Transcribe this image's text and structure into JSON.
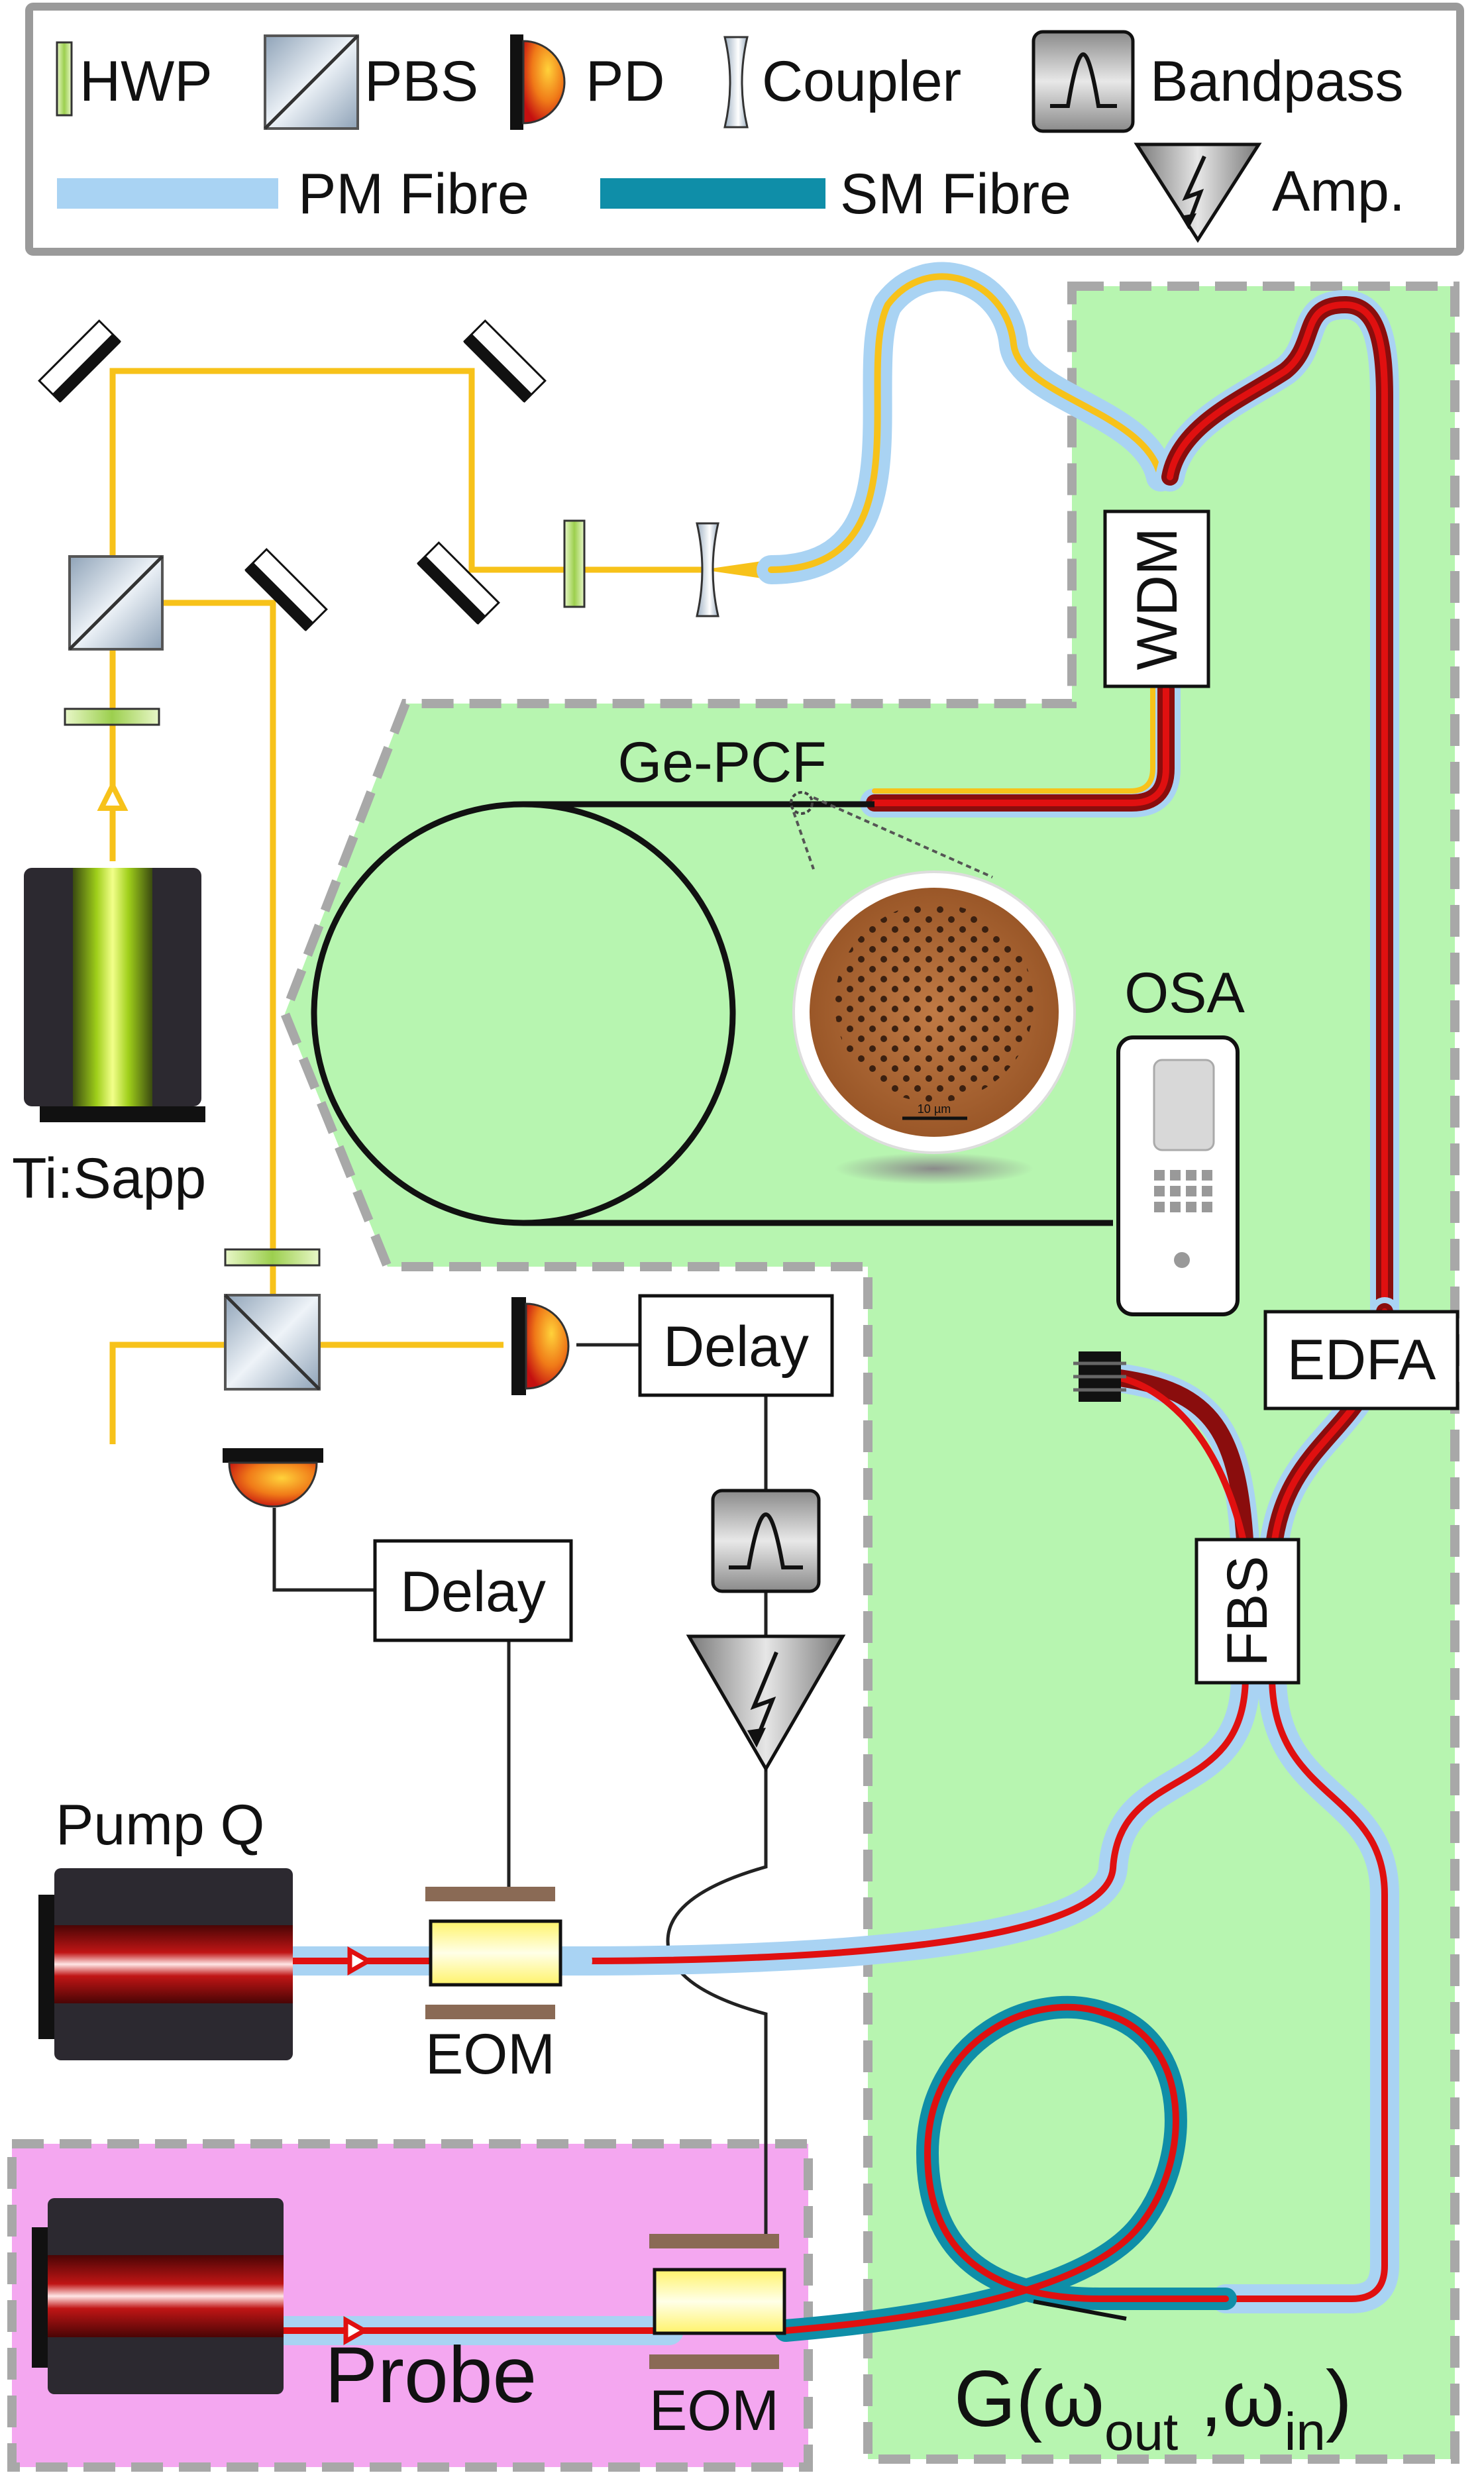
{
  "legend": {
    "hwp": "HWP",
    "pbs": "PBS",
    "pd": "PD",
    "coupler": "Coupler",
    "bandpass": "Bandpass",
    "pm_fibre": "PM Fibre",
    "sm_fibre": "SM Fibre",
    "amp": "Amp."
  },
  "labels": {
    "wdm": "WDM",
    "ge_pcf": "Ge-PCF",
    "osa": "OSA",
    "ti_sapp": "Ti:Sapp",
    "delay_top": "Delay",
    "delay_bottom": "Delay",
    "edfa": "EDFA",
    "fbs": "FBS",
    "pump_q": "Pump Q",
    "eom_pump": "EOM",
    "eom_probe": "EOM",
    "probe": "Probe",
    "scale_bar": "10 µm",
    "g_main": "G(ω",
    "g_out": "out",
    "g_mid": " ,ω",
    "g_in": "in",
    "g_end": ")"
  },
  "colors": {
    "green_region": "#b7f5b0",
    "probe_region": "#f4a7f0",
    "beam": "#f7c21a",
    "pm_fibre": "#a9d3f3",
    "sm_fibre": "#0f8ea8",
    "red_line": "#e01010"
  },
  "icons": [
    "half-wave-plate-icon",
    "polarising-beam-splitter-icon",
    "photodiode-icon",
    "coupler-icon",
    "bandpass-icon",
    "amplifier-icon",
    "mirror-icon",
    "laser-icon",
    "osa-icon"
  ]
}
